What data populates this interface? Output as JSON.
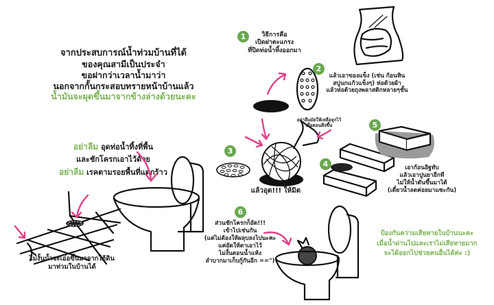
{
  "intro": {
    "lines": [
      "จากประสบการณ์น้ำท่วมบ้านที่ได้",
      "ของคุณสามีเป็นประจำ",
      "ขอฝากว่าเวลาน้ำมาว่า",
      "นอกจากกั้นกระสอบทรายหน้าบ้านแล้ว"
    ],
    "highlight": "น้ำมันจะผุดขึ้นมาจากข้างล่างด้วยนะคะ"
  },
  "reminders": {
    "line1_prefix": "อย่าลืม",
    "line1_text": "อุดท่อน้ำทิ้งที่พื้น",
    "line2_text": "และชักโครกเอาไว้ด้วย",
    "line3_prefix": "อย่าลืม",
    "line3_text": "เรคตามรอยพื้นที่แตกร้าว"
  },
  "floor_caption": {
    "lines": [
      "ไม่งั้นน้ำจะเอ่อขึ้นมาจากใต้ดิน",
      "มาท่วมในบ้านได้"
    ]
  },
  "steps": [
    {
      "number": "1",
      "lines": [
        "วิธีการคือ",
        "เปิดฝาตะแกรง",
        "ที่ปิดท่อน้ำทิ้งออกมา"
      ]
    },
    {
      "number": "2",
      "lines": [
        "แล้วเอาของแข็ง (เช่น ก้อนหิน",
        "สบู่นกแก้วแข็งๆ) ห่อด้วยผ้า",
        "แล้วห่อด้วยถุงพลาสติกหลายๆชั้น"
      ]
    },
    {
      "number": "3",
      "caption": "แล้วอุด!!! ให้มิด",
      "note_lines": [
        "อย่าลืมมัดให้เหลือจุกไว้",
        "เผื่อตอนดึงขึ้น"
      ]
    },
    {
      "number": "4"
    },
    {
      "number": "5",
      "lines": [
        "เอาก้อนอิฐทับ",
        "แล้วเอาปูนยาอีกที",
        "ไม่ให้น้ำดันขึ้นมาได้",
        "(เดี๋ยวน้ำลดค่อยมาแซะกัน)"
      ]
    },
    {
      "number": "6",
      "lines": [
        "ส่วนชักโครกก็อัด!!!",
        "เข้าไปเช่นกัน",
        "(แต่ไม่ต้องให้ผลุบลงไปนะคะ",
        "แค่อัดให้ตาเอาไว้",
        "ไม่งั้นตอนน้ำแห้ง",
        "ลำบากมาเก็บกู้กันอีก ==\")"
      ]
    }
  ],
  "closing": {
    "lines": [
      "ป้องกันความเสียหายในบ้านนะคะ",
      "เมื่อน้ำผ่านไปและเราไม่เสียหายมาก",
      "จะได้ออกไปช่วยคนอื่นได้ค่ะ :)"
    ]
  },
  "colors": {
    "accent_green": "#7cb356",
    "badge_green": "#6aa84f",
    "arrow_pink": "#e0418a",
    "ink": "#111111"
  }
}
